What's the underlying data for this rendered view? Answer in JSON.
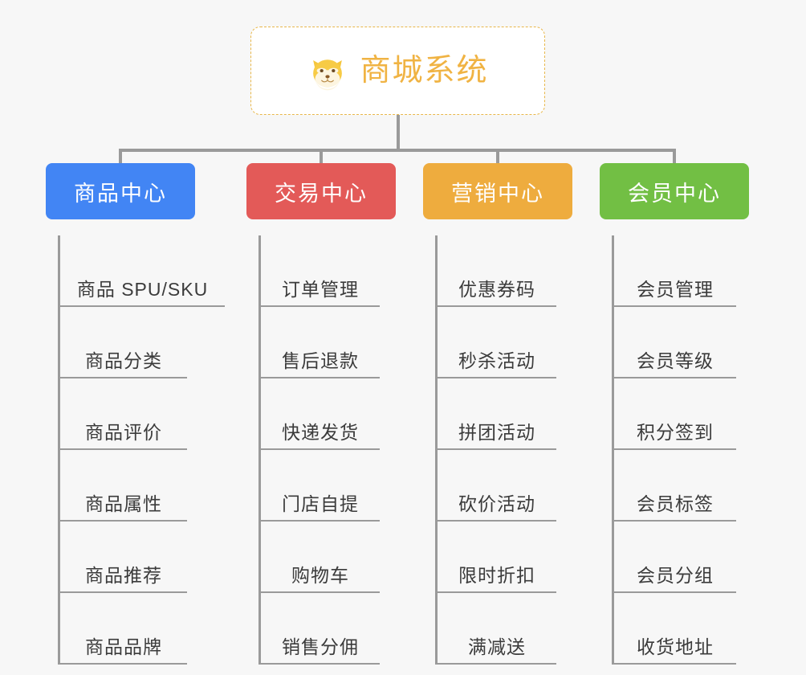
{
  "root": {
    "title": "商城系统",
    "emoji_name": "shiba-dog-face-emoji",
    "accent_color": "#f0b343",
    "border_color": "#e8b74a"
  },
  "connector_color": "#9a9a9a",
  "background_color": "#f7f7f7",
  "categories": [
    {
      "label": "商品中心",
      "color": "#4285f4",
      "items": [
        "商品 SPU/SKU",
        "商品分类",
        "商品评价",
        "商品属性",
        "商品推荐",
        "商品品牌"
      ]
    },
    {
      "label": "交易中心",
      "color": "#e35a58",
      "items": [
        "订单管理",
        "售后退款",
        "快递发货",
        "门店自提",
        "购物车",
        "销售分佣"
      ]
    },
    {
      "label": "营销中心",
      "color": "#eeac3e",
      "items": [
        "优惠券码",
        "秒杀活动",
        "拼团活动",
        "砍价活动",
        "限时折扣",
        "满减送"
      ]
    },
    {
      "label": "会员中心",
      "color": "#72bf44",
      "items": [
        "会员管理",
        "会员等级",
        "积分签到",
        "会员标签",
        "会员分组",
        "收货地址"
      ]
    }
  ]
}
